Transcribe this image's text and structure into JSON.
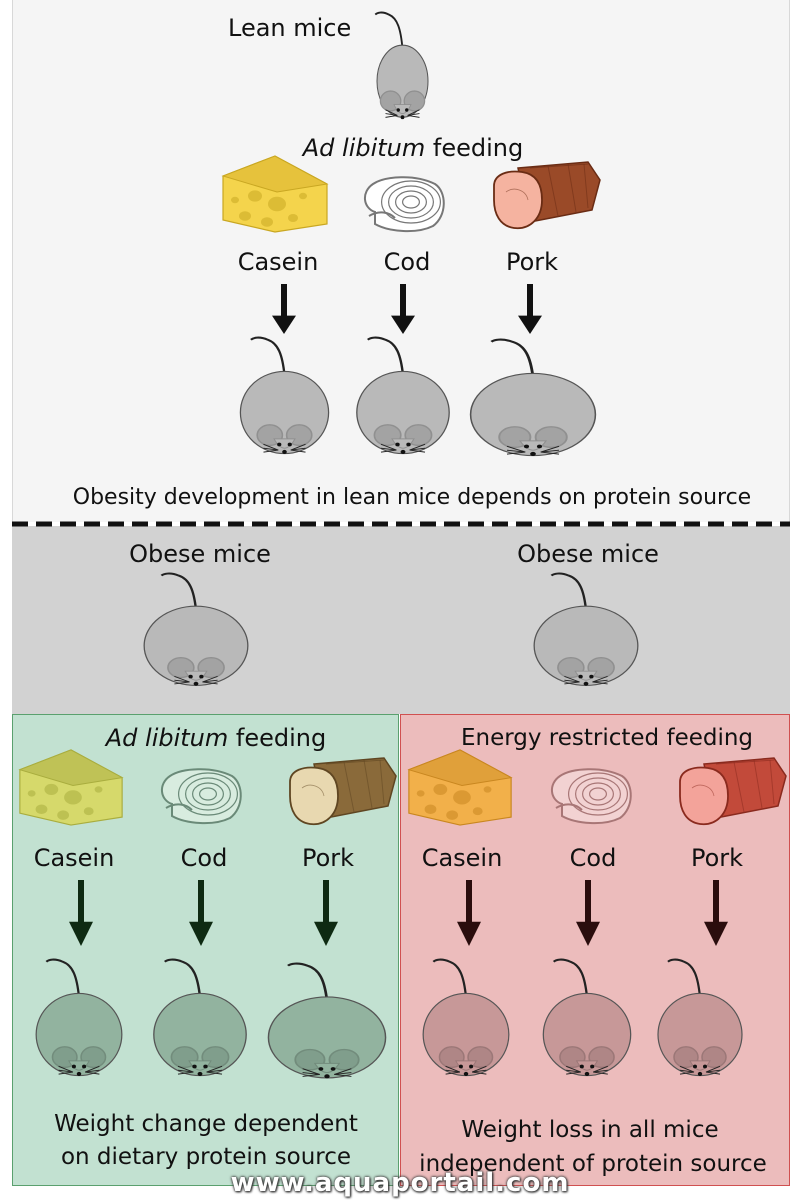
{
  "top": {
    "lean_mice_label": "Lean mice",
    "feeding_italic": "Ad libitum",
    "feeding_rest": " feeding",
    "diets": [
      "Casein",
      "Cod",
      "Pork"
    ],
    "conclusion": "Obesity development in lean mice depends on protein source"
  },
  "middle": {
    "left_label": "Obese mice",
    "right_label": "Obese mice"
  },
  "left_panel": {
    "feeding_italic": "Ad libitum",
    "feeding_rest": " feeding",
    "diets": [
      "Casein",
      "Cod",
      "Pork"
    ],
    "conclusion_line1": "Weight change dependent",
    "conclusion_line2": "on dietary protein source"
  },
  "right_panel": {
    "title": "Energy restricted feeding",
    "diets": [
      "Casein",
      "Cod",
      "Pork"
    ],
    "conclusion_line1": "Weight loss in all mice",
    "conclusion_line2": "independent of protein source"
  },
  "watermark": "www.aquaportail.com",
  "colors": {
    "top_bg": "#f5f5f5",
    "middle_bg": "#d2d2d2",
    "left_bg": "#c2e1d1",
    "left_border": "#5aa06e",
    "right_bg": "#ecbcbc",
    "right_border": "#d05050",
    "mouse_gray": "#b9b9b9",
    "mouse_green": "#92b39f",
    "mouse_pink": "#c79898"
  }
}
